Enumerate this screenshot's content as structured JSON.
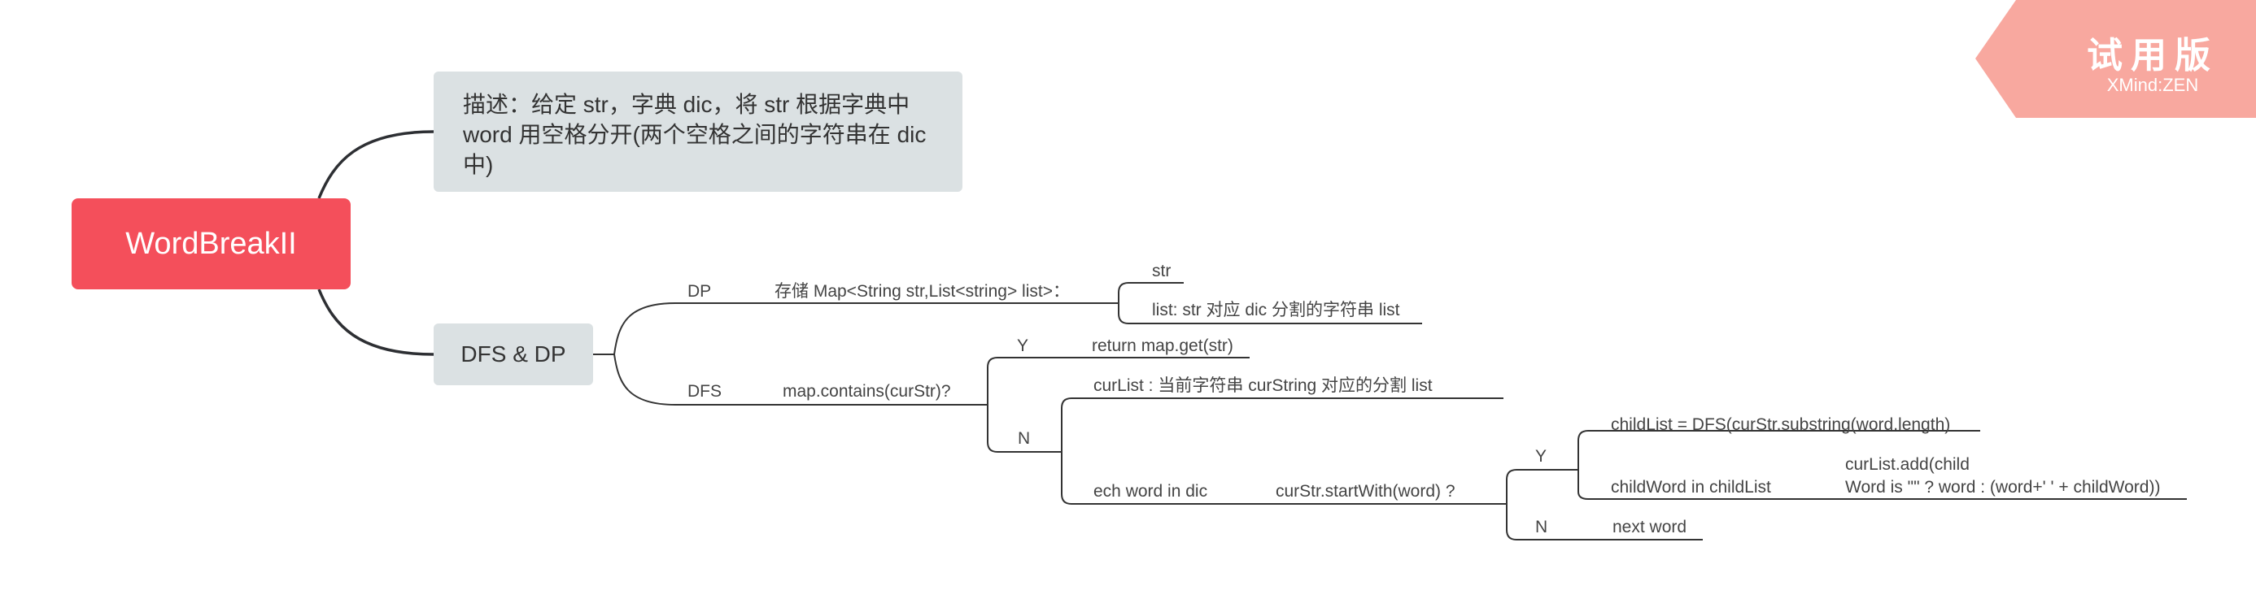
{
  "root": {
    "label": "WordBreakII"
  },
  "description": {
    "text": "描述：给定 str，字典 dic，将 str 根据字典中 word 用空格分开(两个空格之间的字符串在 dic 中)"
  },
  "dfs_dp": {
    "label": "DFS & DP"
  },
  "branches": {
    "dp": "DP",
    "dp_store": "存储 Map<String str,List<string> list>：",
    "dp_str": "str",
    "dp_list": "list: str 对应 dic 分割的字符串 list",
    "dfs": "DFS",
    "contains": "map.contains(curStr)?",
    "yes1": "Y",
    "return": "return map.get(str)",
    "no1": "N",
    "curlist": "curList : 当前字符串 curString 对应的分割 list",
    "each_word": "ech word in dic",
    "starts_with": "curStr.startWith(word)  ?",
    "yes2": "Y",
    "child_list": "childList = DFS(curStr.substring(word.length)",
    "child_word": "childWord in childList",
    "add_line1": "curList.add(child",
    "add_line2": "Word is \"\" ? word : (word+' ' + childWord))",
    "no2": "N",
    "next_word": "next word"
  },
  "trial": {
    "title": "试用版",
    "subtitle": "XMind:ZEN"
  },
  "colors": {
    "root": "#f44f5b",
    "topic": "#dbe1e3",
    "trial": "#f8a89f",
    "line": "#2d2f33"
  }
}
